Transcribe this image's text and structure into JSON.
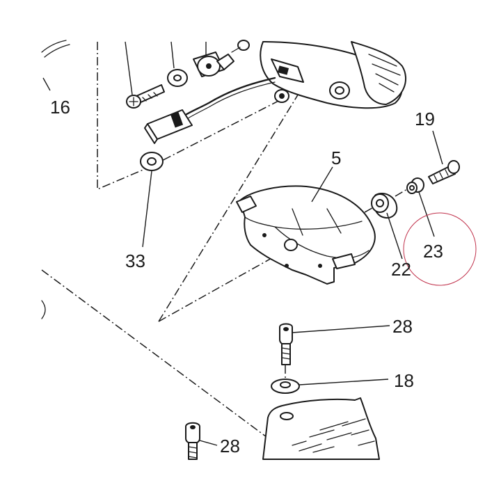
{
  "labels": {
    "l16": "16",
    "l19": "19",
    "l5": "5",
    "l33": "33",
    "l22": "22",
    "l23": "23",
    "l28a": "28",
    "l18": "18",
    "l28b": "28"
  },
  "colors": {
    "line": "#1a1a1a",
    "highlight_circle": "#c0304a",
    "background": "#ffffff"
  }
}
